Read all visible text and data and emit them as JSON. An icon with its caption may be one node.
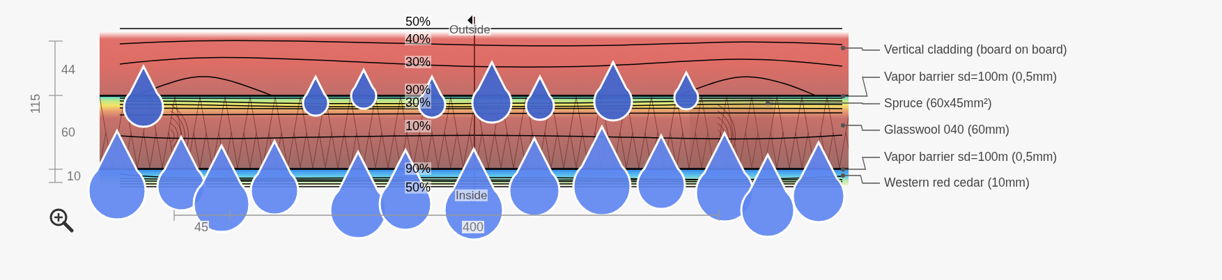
{
  "diagram": {
    "nodes": [
      {
        "text": [],
        "shape": "bar"
      },
      {
        "text": [],
        "shape": "bar"
      },
      {
        "text": [],
        "shape": "box",
        "in": 3
      },
      {
        "text": [],
        "shape": "bar"
      },
      {
        "text": [],
        "shape": "bar"
      },
      {
        "text": [],
        "shape": "bar"
      },
      {
        "text": [
          "Vertical cladding (board on board)"
        ]
      },
      {
        "text": [
          "Vapor barrier sd=100m (0,5mm)"
        ]
      },
      {
        "text": [
          "Spruce (60x45mm²)"
        ]
      },
      {
        "text": [
          "Glasswool 040 (60mm)"
        ]
      },
      {
        "text": [
          "Vapor barrier sd=100m (0,5mm)"
        ]
      },
      {
        "text": [
          "Western red cedar (10mm)"
        ]
      }
    ],
    "edges": [
      {
        "from": 6,
        "to": 0,
        "arrow": "other"
      },
      {
        "from": 7,
        "to": 1,
        "arrow": "other"
      },
      {
        "from": 8,
        "to": 2,
        "arrow": "other"
      },
      {
        "from": 9,
        "to": 3,
        "arrow": "other"
      },
      {
        "from": 10,
        "to": 4,
        "arrow": "other"
      },
      {
        "from": 11,
        "to": 5,
        "arrow": "other"
      }
    ],
    "labels": [
      "50%",
      "Outside",
      "40%",
      "30%",
      "90%",
      "30%",
      "10%",
      "90%",
      "50%",
      "Inside",
      "44",
      "115",
      "60",
      "10",
      "45",
      "400"
    ]
  }
}
